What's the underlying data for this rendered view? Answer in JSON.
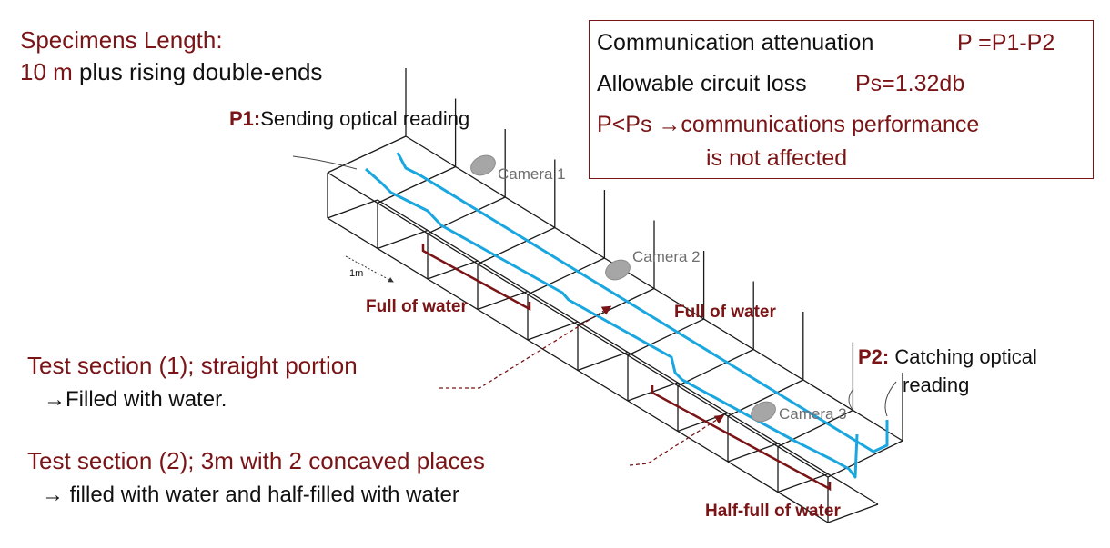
{
  "specimen": {
    "heading": "Specimens Length:",
    "length_value": "10 m",
    "length_rest": " plus rising double-ends"
  },
  "info_box": {
    "line1_label": "Communication attenuation",
    "line1_formula": "P =P1-P2",
    "line2_label": "Allowable circuit loss",
    "line2_value": "Ps=1.32db",
    "line3": "P<Ps →communications performance",
    "line4": "is not affected"
  },
  "labels": {
    "p1_tag": "P1:",
    "p1_text": "Sending optical reading",
    "p2_tag": "P2:",
    "p2_text_1": "Catching optical",
    "p2_text_2": "reading",
    "camera1": "Camera 1",
    "camera2": "Camera 2",
    "camera3": "Camera 3",
    "scale": "1m",
    "full_water_1": "Full of water",
    "full_water_2": "Full of water",
    "half_full_water": "Half-full of water"
  },
  "test_sections": {
    "s1_title": "Test section (1); straight portion",
    "s1_desc": "→Filled with water.",
    "s2_title": "Test section (2); 3m with 2 concaved places",
    "s2_desc": "→ filled with water and half-filled with water"
  },
  "colors": {
    "dark_red": "#7a1416",
    "fiber_cyan": "#1aa7e0",
    "frame": "#1a1a1a",
    "camera_gray": "#a6a6a6"
  }
}
